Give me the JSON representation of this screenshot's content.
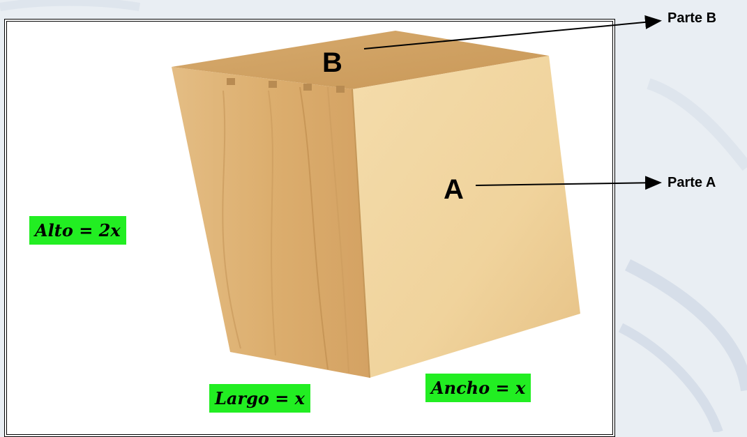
{
  "faces": {
    "top_letter": "B",
    "front_letter": "A"
  },
  "parts": {
    "part_b": "Parte B",
    "part_a": "Parte A"
  },
  "dimensions": {
    "alto": "Alto = 2x",
    "largo": "Largo = x",
    "ancho": "Ancho = x"
  },
  "colors": {
    "label_background": "#22ee22",
    "wood_light": "#f2d9a8",
    "wood_mid": "#e8c38c",
    "wood_dark": "#d9a868",
    "page_background": "#e9eef3"
  }
}
